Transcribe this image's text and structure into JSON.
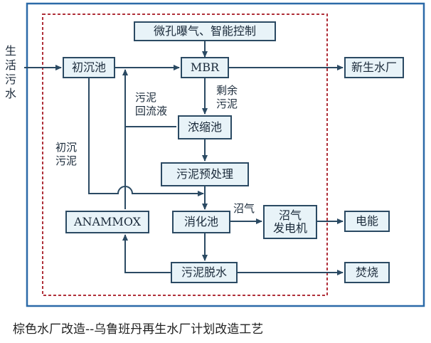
{
  "nodes": {
    "aeration": "微孔曝气、智能控制",
    "primary": "初沉池",
    "mbr": "MBR",
    "reclaimed": "新生水厂",
    "thickener": "浓缩池",
    "pretreat": "污泥预处理",
    "anammox": "ANAMMOX",
    "digester": "消化池",
    "generator": "沼气\n发电机",
    "electricity": "电能",
    "dewater": "污泥脱水",
    "incineration": "焚烧"
  },
  "labels": {
    "sewage": "生活污水",
    "return_sludge": "污泥\n回流液",
    "excess_sludge": "剩余\n污泥",
    "primary_sludge": "初沉\n污泥",
    "biogas": "沼气"
  },
  "caption": "棕色水厂改造--乌鲁班丹再生水厂计划改造工艺"
}
